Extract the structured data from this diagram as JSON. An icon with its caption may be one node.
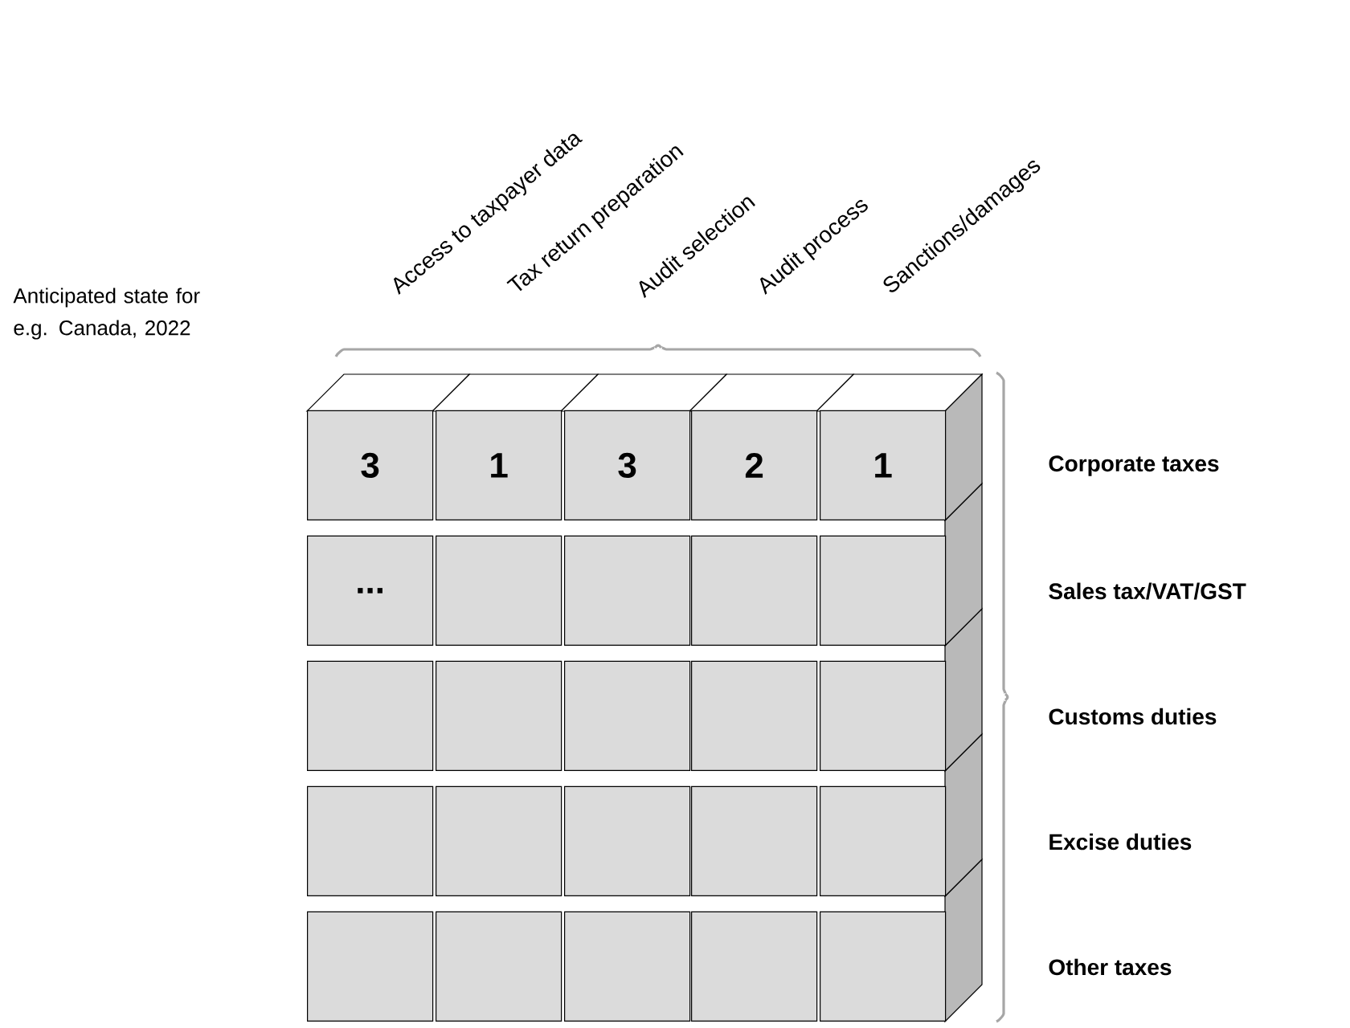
{
  "diagram": {
    "nodes": [
      {
        "text": [
          "3"
        ]
      },
      {
        "text": [
          "1"
        ]
      },
      {
        "text": [
          "3"
        ]
      },
      {
        "text": [
          "2"
        ]
      },
      {
        "text": [
          "1"
        ]
      },
      {
        "text": [
          "..."
        ]
      },
      {
        "text": [],
        "shape": "box"
      },
      {
        "text": [],
        "shape": "box"
      },
      {
        "text": [],
        "shape": "box"
      },
      {
        "text": [],
        "shape": "box"
      },
      {
        "text": [],
        "shape": "box"
      },
      {
        "text": [],
        "shape": "box"
      },
      {
        "text": [],
        "shape": "box"
      },
      {
        "text": [],
        "shape": "box"
      },
      {
        "text": [],
        "shape": "box"
      },
      {
        "text": [],
        "shape": "box"
      },
      {
        "text": [],
        "shape": "box"
      },
      {
        "text": [],
        "shape": "box"
      },
      {
        "text": [],
        "shape": "box"
      },
      {
        "text": [],
        "shape": "box"
      },
      {
        "text": [],
        "shape": "box"
      },
      {
        "text": [],
        "shape": "box"
      },
      {
        "text": [],
        "shape": "box"
      },
      {
        "text": [],
        "shape": "box"
      },
      {
        "text": [],
        "shape": "box"
      }
    ],
    "labels": [
      "Access to taxpayer data",
      "Tax return preparation",
      "Audit selection",
      "Audit process",
      "Sanctions/damages",
      "Anticipated state for e.g. Canada, 2022",
      "Corporate taxes",
      "Sales tax/VAT/GST",
      "Customs duties",
      "Excise duties",
      "Other taxes"
    ]
  }
}
